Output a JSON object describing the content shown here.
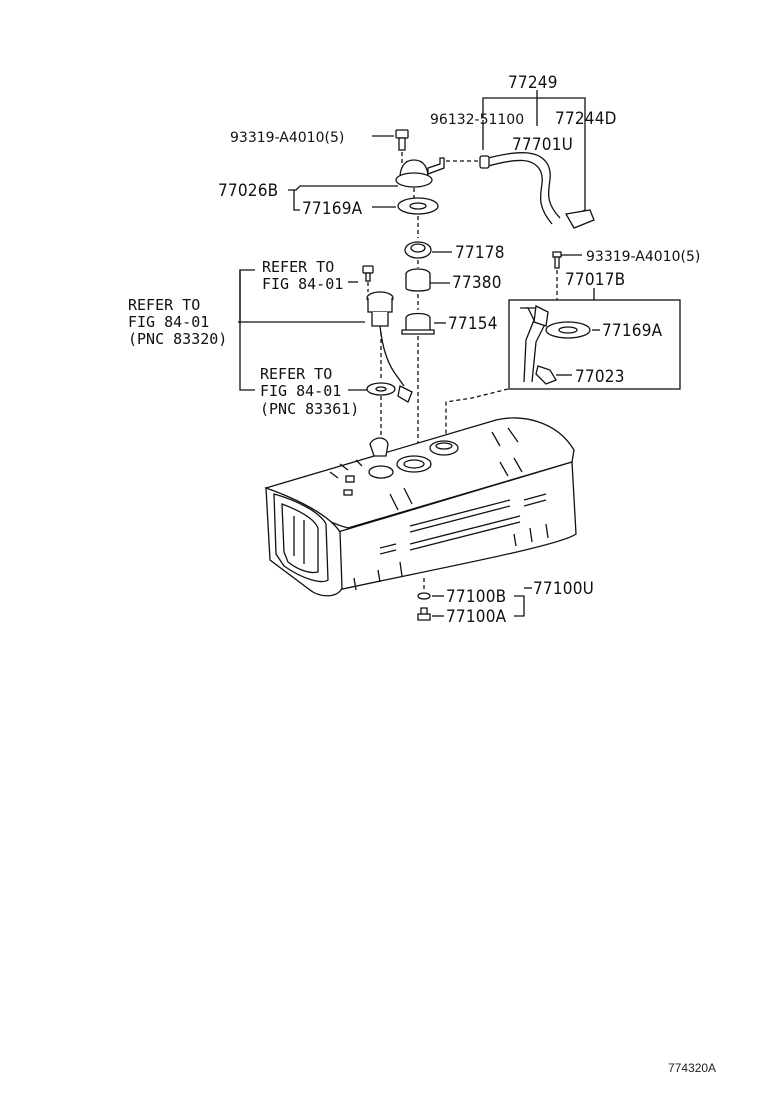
{
  "labels": {
    "p77249": "77249",
    "p96132": "96132-51100",
    "p77244d": "77244D",
    "p77701u": "77701U",
    "p93319_top": "93319-A4010(5)",
    "p77026b": "77026B",
    "p77169a_top": "77169A",
    "p77178": "77178",
    "p77380": "77380",
    "p77154": "77154",
    "p93319_right": "93319-A4010(5)",
    "p77017b": "77017B",
    "p77169a_right": "77169A",
    "p77023": "77023",
    "p77100u": "77100U",
    "p77100b": "77100B",
    "p77100a": "77100A"
  },
  "refs": {
    "refer_to": "REFER TO",
    "fig_84_01": "FIG 84-01",
    "pnc_83320": "(PNC 83320)",
    "pnc_83361": "(PNC 83361)"
  },
  "diagram_code": "774320A"
}
